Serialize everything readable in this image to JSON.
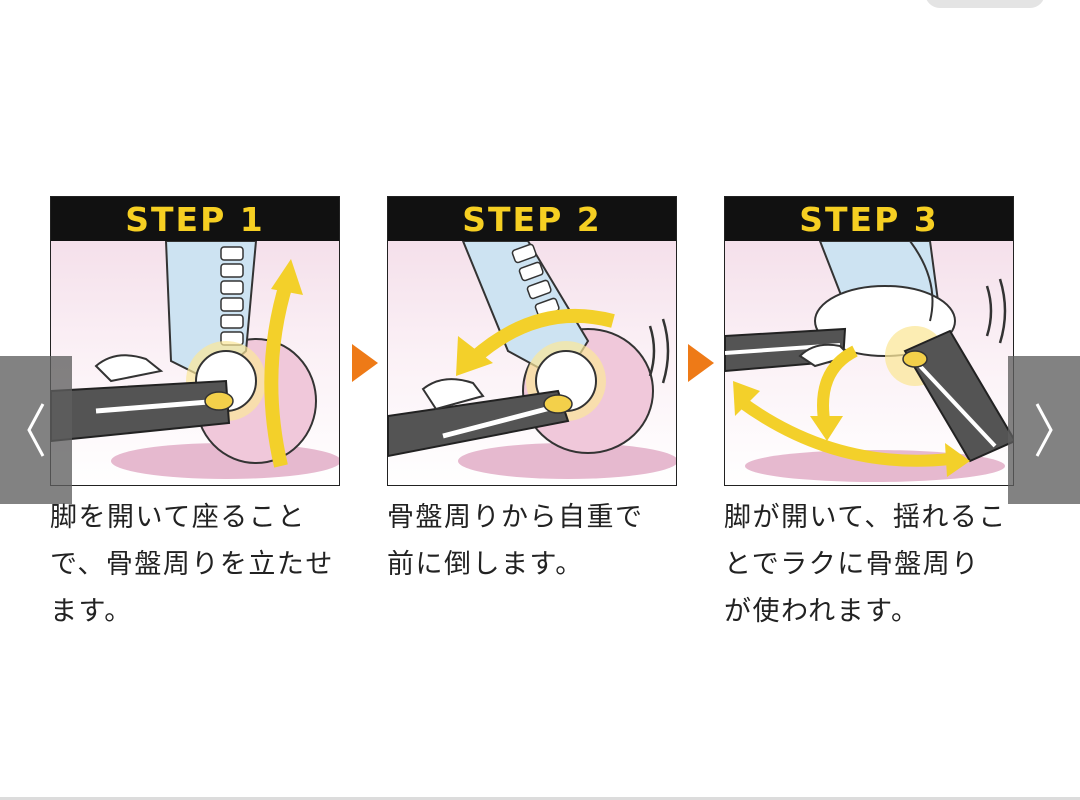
{
  "steps": [
    {
      "label": "STEP 1",
      "caption": "脚を開いて座ること\nで、骨盤周りを立たせ\nます。"
    },
    {
      "label": "STEP 2",
      "caption": "骨盤周りから自重で\n前に倒します。"
    },
    {
      "label": "STEP 3",
      "caption": "脚が開いて、揺れるこ\nとでラクに骨盤周り\nが使われます。"
    }
  ],
  "nav": {
    "prev_icon": "chevron-left-icon",
    "next_icon": "chevron-right-icon"
  },
  "colors": {
    "accent": "#f6cf22",
    "step_arrow": "#ee7a17",
    "header_bg": "#111111",
    "nav_bg": "#5f5f5f"
  }
}
